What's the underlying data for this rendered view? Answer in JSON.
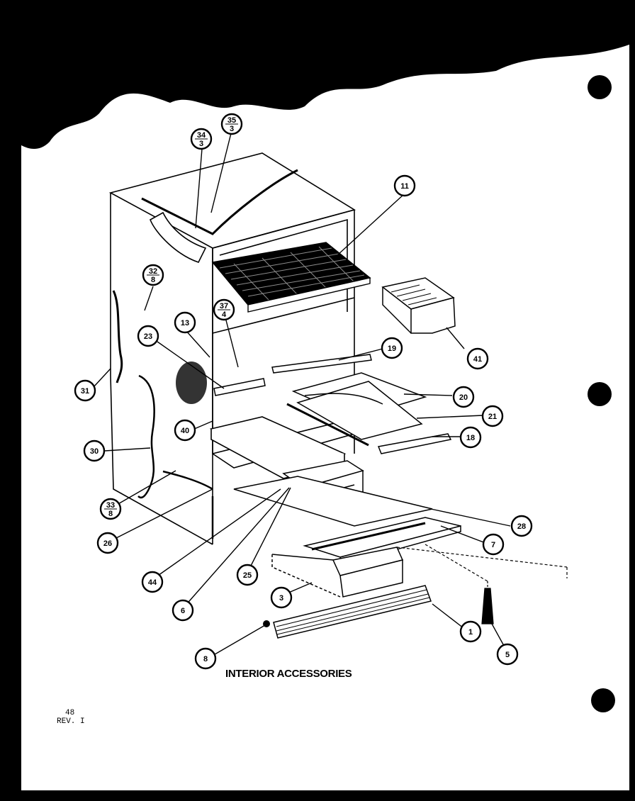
{
  "title": "INTERIOR ACCESSORIES",
  "page_number": "48",
  "revision": "REV. I",
  "callouts": {
    "c11": "11",
    "c41": "41",
    "c19": "19",
    "c20": "20",
    "c21": "21",
    "c18": "18",
    "c13": "13",
    "c23": "23",
    "c31": "31",
    "c40": "40",
    "c30": "30",
    "c26": "26",
    "c44": "44",
    "c6": "6",
    "c25": "25",
    "c3": "3",
    "c28": "28",
    "c7": "7",
    "c1": "1",
    "c5": "5",
    "c8": "8"
  },
  "stacked_callouts": {
    "s34": [
      "34",
      "3"
    ],
    "s35": [
      "35",
      "3"
    ],
    "s32": [
      "32",
      "8"
    ],
    "s37": [
      "37",
      "4"
    ],
    "s33": [
      "33",
      "8"
    ]
  }
}
